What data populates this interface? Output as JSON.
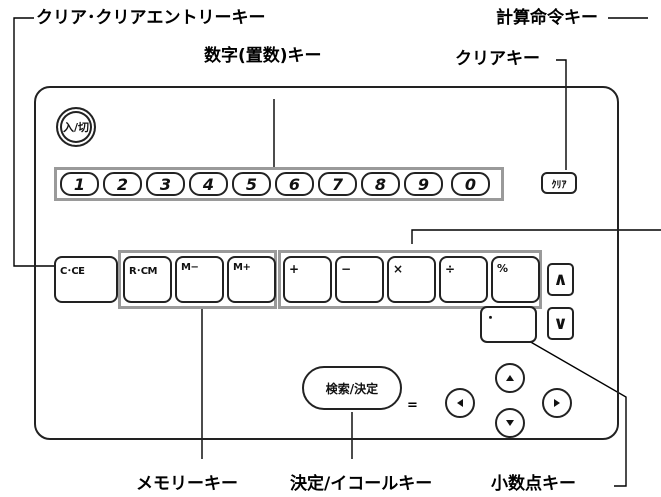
{
  "labels": {
    "clear_entry": "クリア･クリアエントリーキー",
    "calc_command": "計算命令キー",
    "number_keys": "数字(置数)キー",
    "clear": "クリアキー",
    "memory": "メモリーキー",
    "decide_equal": "決定/イコールキー",
    "decimal": "小数点キー"
  },
  "keys": {
    "power": "入/切",
    "digits": [
      "1",
      "2",
      "3",
      "4",
      "5",
      "6",
      "7",
      "8",
      "9",
      "0"
    ],
    "clear": "ｸﾘｱ",
    "cce": "C･CE",
    "memory": [
      "R･CM",
      "M−",
      "M+"
    ],
    "operators": [
      "+",
      "−",
      "×",
      "÷",
      "%"
    ],
    "decimal": "･",
    "search_decide": "検索/決定",
    "equal": "=",
    "up": "∧",
    "down": "∨"
  }
}
